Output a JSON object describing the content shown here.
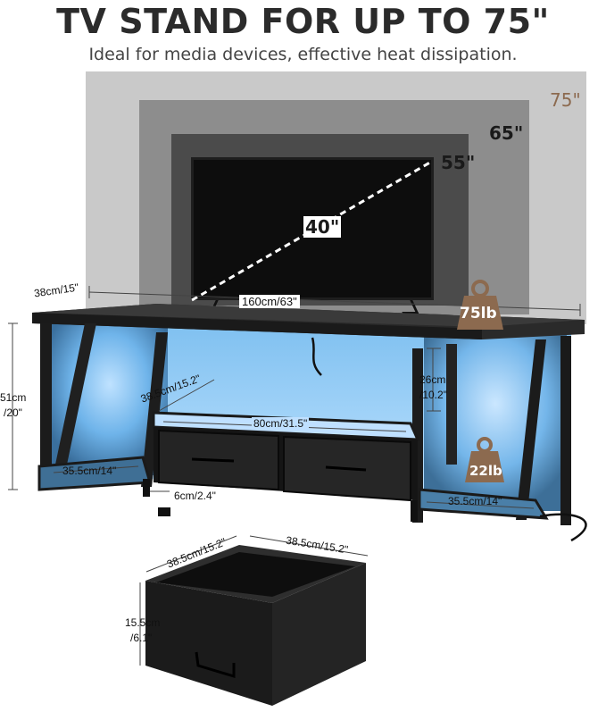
{
  "header": {
    "title": "TV STAND FOR UP TO 75\"",
    "subtitle": "Ideal for media devices, effective heat dissipation."
  },
  "tv_sizes": {
    "s75": "75\"",
    "s65": "65\"",
    "s55": "55\"",
    "s40": "40\""
  },
  "weights": {
    "top": "75lb",
    "shelf": "22lb"
  },
  "dimensions": {
    "depth": "38cm/15\"",
    "width": "160cm/63\"",
    "height_cm": "51cm",
    "height_in": "/20\"",
    "cabinet_depth": "38.5cm/15.2\"",
    "shelf_height_cm": "26cm",
    "shelf_height_in": "/10.2\"",
    "cabinet_width": "80cm/31.5\"",
    "left_shelf": "35.5cm/14\"",
    "right_shelf": "35.5cm/14\"",
    "leg_gap": "6cm/2.4\"",
    "drawer_depth": "38.5cm/15.2\"",
    "drawer_width": "38.5cm/15.2\"",
    "drawer_height_cm": "15.5cm",
    "drawer_height_in": "/6.1\""
  },
  "colors": {
    "size75": "#c8c8c8",
    "size65": "#8e8e8e",
    "size55": "#4a4a4a",
    "screen": "#0f0f0f",
    "led": "#4fa3e8",
    "weight_badge": "#8c6a4f",
    "size75_text": "#8c6a4f"
  }
}
